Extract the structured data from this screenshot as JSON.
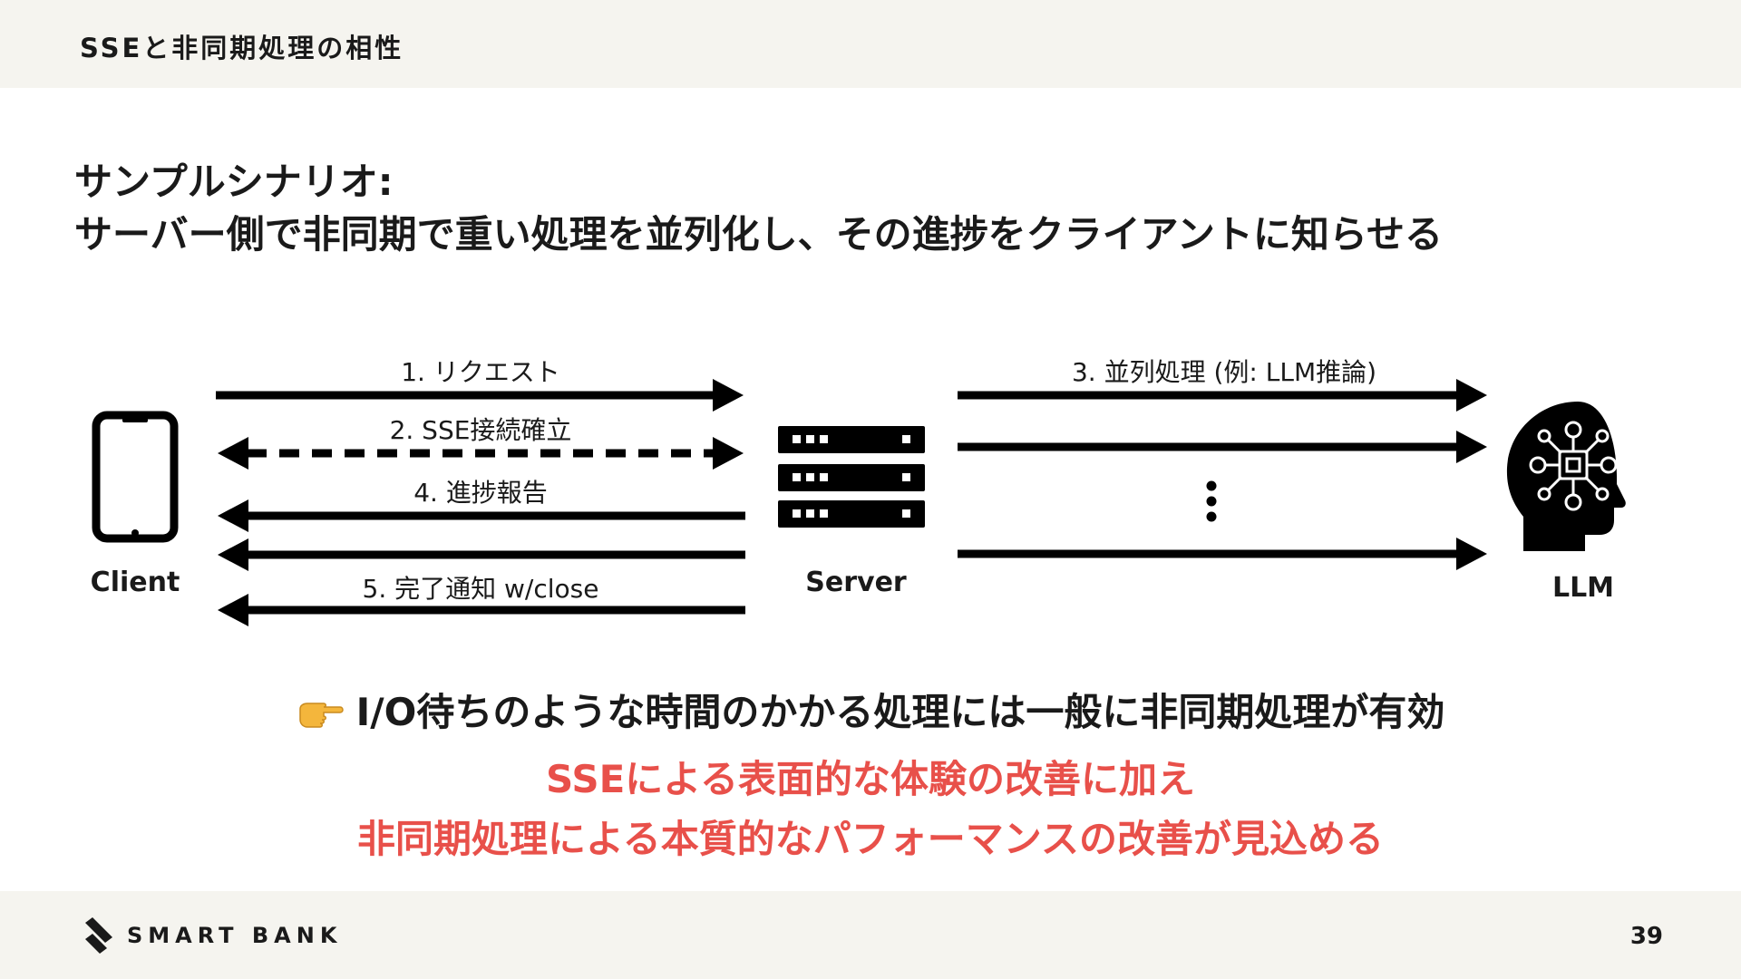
{
  "header": {
    "title": "SSEと非同期処理の相性"
  },
  "headline": {
    "line1": "サンプルシナリオ:",
    "line2": "サーバー側で非同期で重い処理を並列化し、その進捗をクライアントに知らせる"
  },
  "diagram": {
    "nodes": {
      "client": "Client",
      "server": "Server",
      "llm": "LLM"
    },
    "client_server_messages": {
      "request": "1. リクエスト",
      "sse_connect": "2. SSE接続確立",
      "progress": "4. 進捗報告",
      "complete": "5. 完了通知 w/close"
    },
    "server_llm_messages": {
      "parallel": "3. 並列処理 (例: LLM推論)"
    },
    "icons": {
      "client": "smartphone-icon",
      "server": "server-rack-icon",
      "llm": "ai-head-icon",
      "ellipsis": "vertical-ellipsis-icon"
    }
  },
  "notes": {
    "main": "I/O待ちのような時間のかかる処理には一般に非同期処理が有効",
    "accent_line1": "SSEによる表面的な体験の改善に加え",
    "accent_line2": "非同期処理による本質的なパフォーマンスの改善が見込める",
    "accent_color": "#e8504a"
  },
  "footer": {
    "brand": "SMART BANK",
    "page_number": "39"
  }
}
